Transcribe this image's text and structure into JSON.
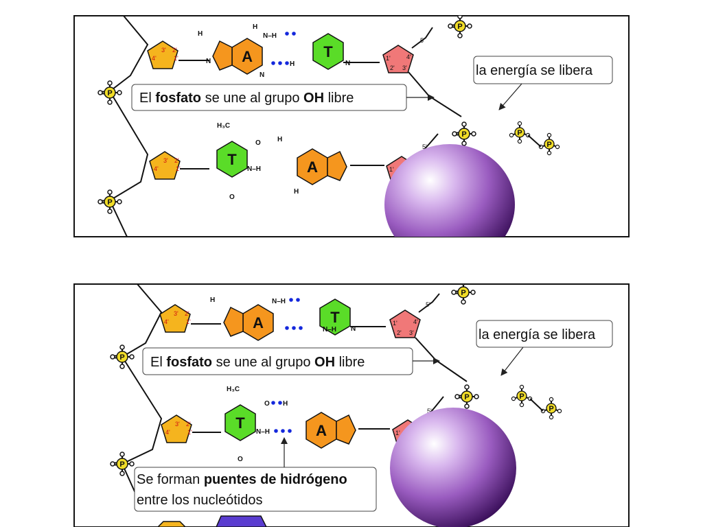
{
  "panel1": {
    "label_energy": "la energía se libera",
    "label_phosphate_pre": "El ",
    "label_phosphate_b1": "fosfato",
    "label_phosphate_mid": " se une al grupo ",
    "label_phosphate_b2": "OH",
    "label_phosphate_post": " libre"
  },
  "panel2": {
    "label_energy": "la energía se libera",
    "label_phosphate_pre": "El ",
    "label_phosphate_b1": "fosfato",
    "label_phosphate_mid": " se une al grupo ",
    "label_phosphate_b2": "OH",
    "label_phosphate_post": " libre",
    "label_hbond_pre": "Se forman ",
    "label_hbond_b": "puentes de hidrógeno",
    "label_hbond_line2": "entre los nucleótidos"
  },
  "bases": {
    "adenine": "A",
    "thymine": "T"
  },
  "atoms": {
    "n": "N",
    "h": "H",
    "o": "O",
    "p": "P",
    "oh": "OH",
    "nh": "N–H",
    "ch3": "H₃C"
  },
  "carbons": {
    "c1": "1'",
    "c2": "2'",
    "c3": "3'",
    "c4": "4'",
    "c5": "5'"
  },
  "colors": {
    "deoxyribose_strand": "#f5b41e",
    "deoxyribose_new": "#f07878",
    "adenine": "#f5961e",
    "thymine": "#5adc28",
    "phosphate": "#f0dc28",
    "enzyme": "#9a5cc0",
    "hbond_dots": "#1428dc",
    "cytosine_partial": "#5a3cd0"
  }
}
